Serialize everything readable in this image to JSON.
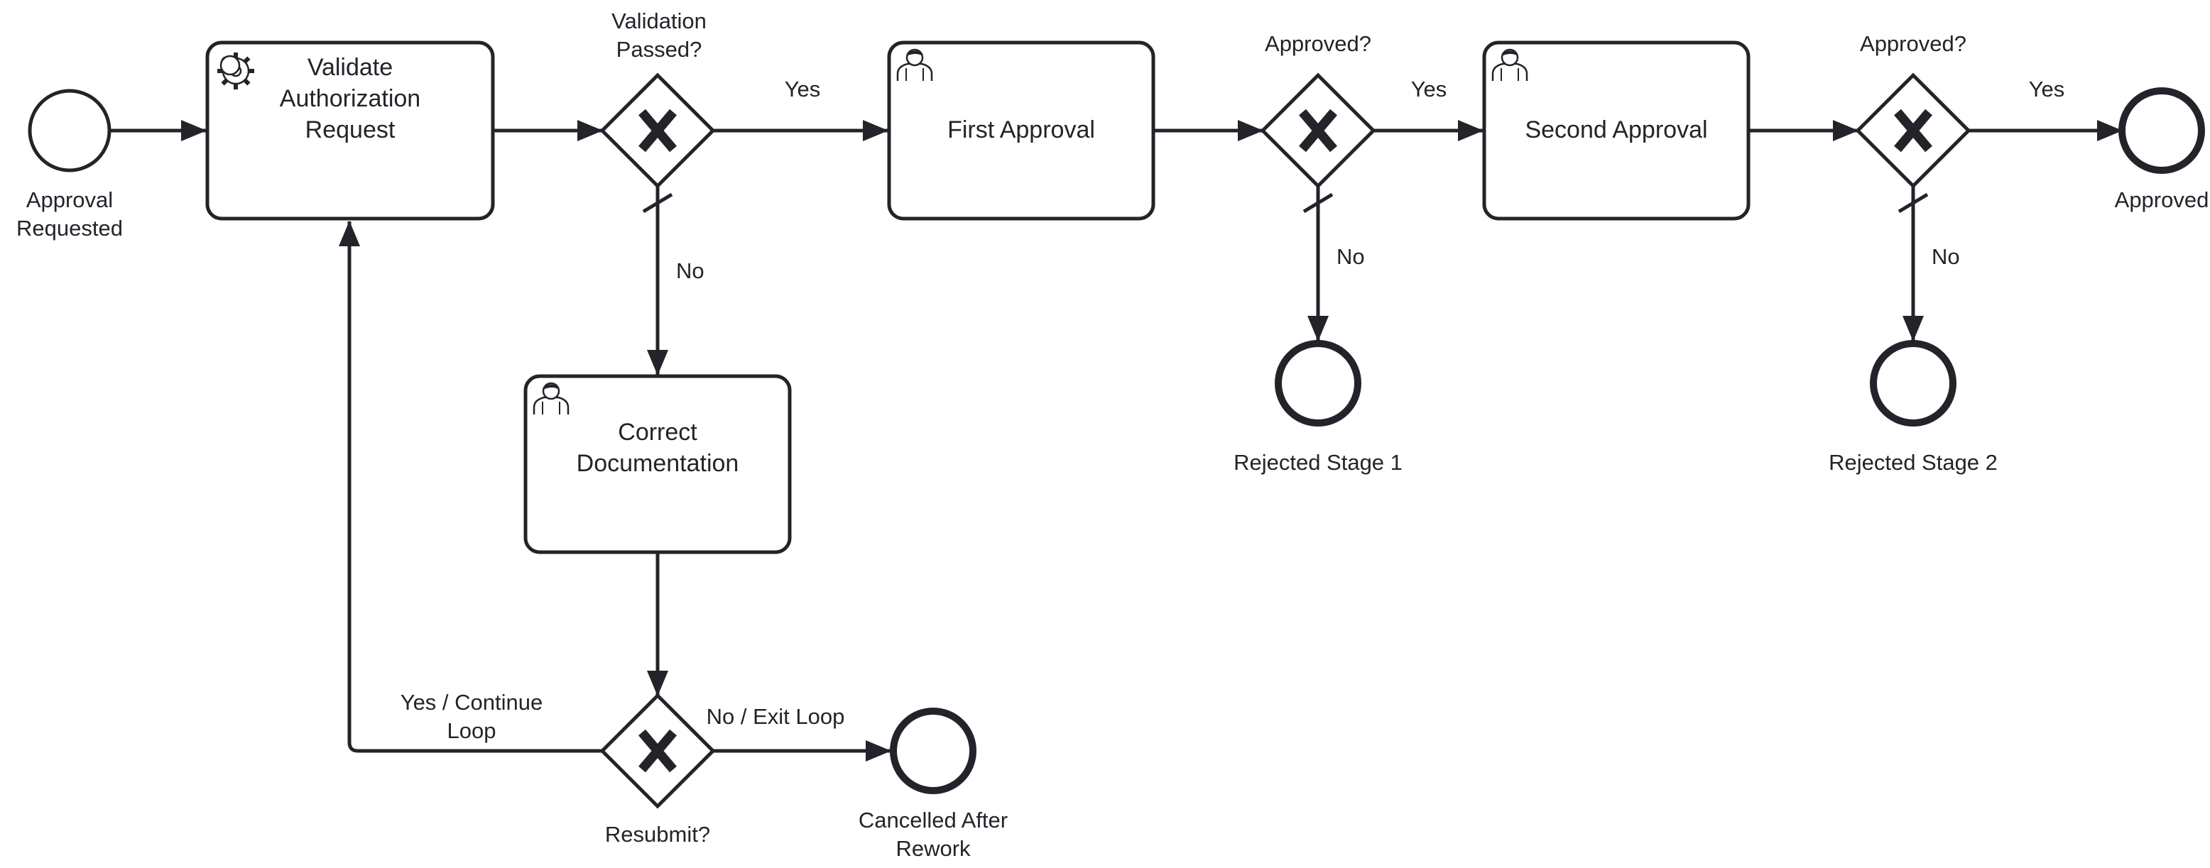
{
  "events": {
    "start": "Approval\nRequested",
    "approved": "Approved",
    "rejected_1": "Rejected Stage 1",
    "rejected_2": "Rejected Stage 2",
    "cancelled": "Cancelled After\nRework"
  },
  "tasks": {
    "validate": {
      "label": "Validate\nAuthorization\nRequest",
      "icon": "gear-icon"
    },
    "first_approval": {
      "label": "First Approval",
      "icon": "user-icon"
    },
    "second_approval": {
      "label": "Second Approval",
      "icon": "user-icon"
    },
    "correct_doc": {
      "label": "Correct\nDocumentation",
      "icon": "user-icon"
    }
  },
  "gateways": {
    "validation": "Validation\nPassed?",
    "approved_1": "Approved?",
    "approved_2": "Approved?",
    "resubmit": "Resubmit?"
  },
  "flows": {
    "validation_yes": "Yes",
    "validation_no": "No",
    "approved1_yes": "Yes",
    "approved1_no": "No",
    "approved2_yes": "Yes",
    "approved2_no": "No",
    "resubmit_yes": "Yes / Continue\nLoop",
    "resubmit_no": "No / Exit Loop"
  },
  "colors": {
    "stroke": "#22242a",
    "fill": "#ffffff"
  }
}
